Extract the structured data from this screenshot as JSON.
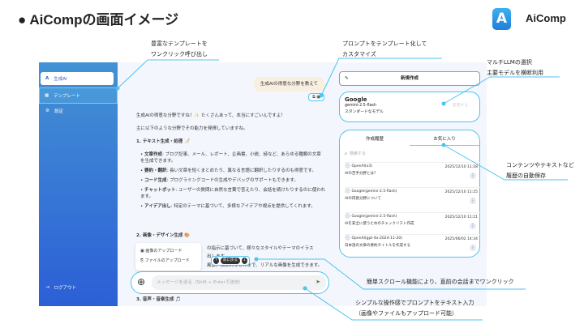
{
  "header": {
    "title": "● AiCompの画面イメージ",
    "logo_letter": "A",
    "brand": "AiComp"
  },
  "annotations": {
    "templates": [
      "豊富なテンプレートを",
      "ワンクリック呼び出し"
    ],
    "prompt_template": [
      "プロンプトをテンプレート化して",
      "カスタマイズ"
    ],
    "multi_llm": [
      "マルチLLMの選択",
      "主要モデルを横断利用"
    ],
    "history": [
      "コンテンツやテキストなど",
      "履歴の自動保存"
    ],
    "scroll": "簡単スクロール機能により、直前の会話までワンクリック",
    "input": [
      "シンプルな操作感でプロンプトをテキスト入力",
      "（画像やファイルもアップロード可能）"
    ]
  },
  "sidebar": {
    "items": [
      {
        "label": "生成AI",
        "icon": "logo-icon"
      },
      {
        "label": "テンプレート",
        "icon": "template-icon"
      },
      {
        "label": "設定",
        "icon": "gear-icon"
      }
    ],
    "logout": "ログアウト"
  },
  "chat": {
    "user_message": "生成AIの得意な分野を教えて",
    "intro1": "生成AIの得意な分野ですね！✨ たくさんあって、本当にすごいんですよ！",
    "intro2": "主に以下のような分野でその能力を発揮していますね。",
    "section1": "1. テキスト生成・処理 📝",
    "bullets": [
      {
        "term": "文章作成",
        "text": ": ブログ記事、メール、レポート、企画書、小説、詩など、あらゆる種類の文章を生成できます。"
      },
      {
        "term": "要約・翻訳",
        "text": ": 長い文章を短くまとめたり、異なる言語に翻訳したりするのも得意です。"
      },
      {
        "term": "コード生成",
        "text": ": プログラミングコードの生成やデバッグのサポートもできます。"
      },
      {
        "term": "チャットボット",
        "text": ": ユーザーの質問に自然な言葉で答えたり、会話を続けたりするのに使われます。"
      },
      {
        "term": "アイデア出し",
        "text": ": 特定のテーマに基づいて、多様なアイデアや視点を提供してくれます。"
      }
    ],
    "section2": "2. 画像・デザイン生成 🎨",
    "partial1": "の指示に基づいて、様々なスタイルやテーマのイラス",
    "partial2": "出します。",
    "partial3": "風景、抽象的なものまで、リアルな画像を生成できます。",
    "section3": "3. 音声・音楽生成 🎵",
    "upload_menu": [
      "画像のアップロード",
      "ファイルのアップロード"
    ],
    "scroll_label": "前に戻る",
    "input_placeholder": "メッセージを送る（Shift + Enterで送信）"
  },
  "right": {
    "new_button": "新規作成",
    "model": {
      "provider": "Google",
      "name": "gemini-2.5-flash",
      "desc": "スタンダードなモデル",
      "change": "変更する"
    },
    "tabs": [
      "作成履歴",
      "お気に入り"
    ],
    "search_placeholder": "検索する",
    "history": [
      {
        "model": "OpenAI(o3)",
        "date": "2025/12/10 11:28",
        "title": "AIの苦手分野とは？"
      },
      {
        "model": "Google(gemini-2.5-flash)",
        "date": "2025/12/10 11:25",
        "title": "AIの得意分野について"
      },
      {
        "model": "Google(gemini-2.5-flash)",
        "date": "2025/12/10 11:21",
        "title": "AIを安全に使うためのチェックリスト作成"
      },
      {
        "model": "OpenAI(gpt-4o-2024-11-20)",
        "date": "2025/06/02 14:34",
        "title": "日本語の文章の要約タイトルを作成する"
      }
    ]
  },
  "colors": {
    "accent": "#4fc3f0",
    "sidebar_top": "#4392d4",
    "sidebar_bottom": "#2c5fd6"
  }
}
